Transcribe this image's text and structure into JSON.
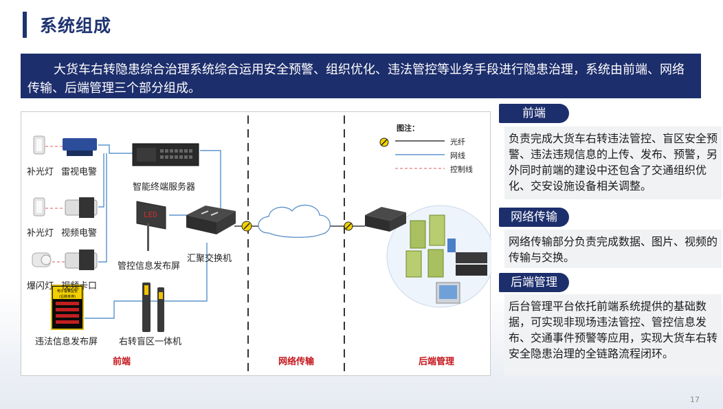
{
  "slide": {
    "title": "系统组成",
    "intro": "大货车右转隐患综合治理系统综合运用安全预警、组织优化、违法管控等业务手段进行隐患治理，系统由前端、网络传输、后端管理三个部分组成。",
    "page_number": "17"
  },
  "diagram": {
    "devices": {
      "fill_light_1": "补光灯",
      "radar_camera": "雷视电警",
      "fill_light_2": "补光灯",
      "video_camera": "视频电警",
      "flash_light": "爆闪灯",
      "video_checkpoint": "视频卡口",
      "violation_screen": "违法信息发布屏",
      "terminal_server": "智能终端服务器",
      "control_screen": "管控信息发布屏",
      "aggregation_switch": "汇聚交换机",
      "blindspot_unit": "右转盲区一体机"
    },
    "led_screen_text": {
      "header": "电子警察监管",
      "subheader": "(右转未停)"
    },
    "zones": {
      "front": "前端",
      "network": "网络传输",
      "backend": "后端管理"
    },
    "legend": {
      "title": "图注：",
      "fiber": "光纤",
      "network_line": "网线",
      "control_line": "控制线"
    },
    "colors": {
      "fiber": "#111111",
      "network_line": "#3a7fc4",
      "control_line": "#e05a5a"
    }
  },
  "sections": [
    {
      "title": "前端",
      "body": "负责完成大货车右转违法管控、盲区安全预警、违法违规信息的上传、发布、预警，另外同时前端的建设中还包含了交通组织优化、交安设施设备相关调整。"
    },
    {
      "title": "网络传输",
      "body": "网络传输部分负责完成数据、图片、视频的传输与交换。"
    },
    {
      "title": "后端管理",
      "body": "后台管理平台依托前端系统提供的基础数据，可实现非现场违法管控、管控信息发布、交通事件预警等应用，实现大货车右转安全隐患治理的全链路流程闭环。"
    }
  ]
}
